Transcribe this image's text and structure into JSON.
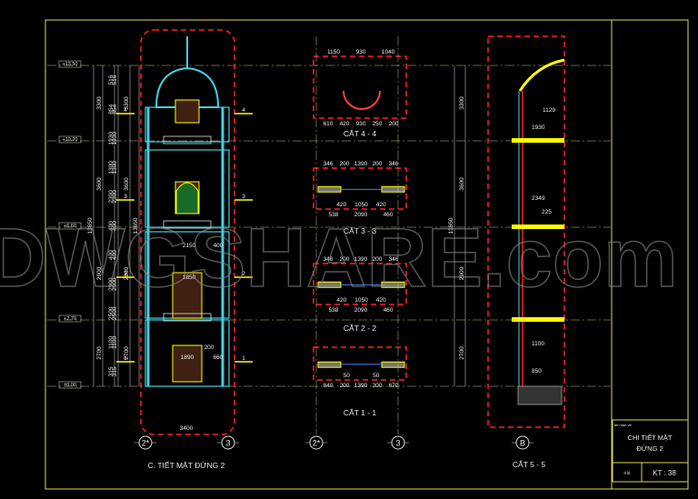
{
  "drawing": {
    "levels": [
      "+13.50",
      "+10.20",
      "+6.60",
      "+2.70",
      "±0.00"
    ],
    "elevation": {
      "title": "C. TIẾT MẶT ĐỨNG 2",
      "grid_left": "2*",
      "grid_right": "3",
      "width_dim": "3400",
      "total_height": "13650",
      "floor_dims": [
        "3300",
        "3600",
        "2900",
        "2700"
      ],
      "detail_dims": [
        "516",
        "854",
        "1930",
        "1300",
        "2300",
        "400",
        "400",
        "2900",
        "2500",
        "1100",
        "315"
      ],
      "inner_dims": [
        "2150",
        "1850",
        "1890",
        "660",
        "400",
        "200"
      ],
      "markers": [
        "4",
        "3",
        "2",
        "1"
      ]
    },
    "sections": [
      {
        "label": "CẮT 4 - 4",
        "top_dims": [
          "1150",
          "930",
          "1040"
        ],
        "bottom_dims": [
          "610",
          "420",
          "930",
          "250",
          "200"
        ]
      },
      {
        "label": "CẮT 3 - 3",
        "top_dims": [
          "346",
          "200",
          "1390",
          "200",
          "346"
        ],
        "bottom_dims": [
          "538",
          "2090",
          "460"
        ],
        "inner_dims": [
          "420",
          "1050",
          "420"
        ]
      },
      {
        "label": "CẮT 2 - 2",
        "top_dims": [
          "346",
          "200",
          "1390",
          "200",
          "346"
        ],
        "bottom_dims": [
          "538",
          "2090",
          "460"
        ],
        "inner_dims": [
          "420",
          "1050",
          "420"
        ]
      },
      {
        "label": "CẮT 1 - 1",
        "bottom_dims": [
          "840",
          "200",
          "1390",
          "200",
          "670"
        ],
        "inner_dims": [
          "50",
          "50"
        ]
      }
    ],
    "section_grid_left": "2*",
    "section_grid_right": "3",
    "section55": {
      "label": "CẮT 5 - 5",
      "grid": "B",
      "total_height": "13650",
      "floor_dims": [
        "3300",
        "3600",
        "2900",
        "2700"
      ],
      "detail_dims": [
        "1129",
        "1930",
        "225",
        "2349",
        "1100",
        "850"
      ]
    },
    "watermark": "DWGSHARE.com",
    "title_block": {
      "header": "tên bản vẽ",
      "title_line1": "CHI TIẾT MẶT",
      "title_line2": "ĐỨNG 2",
      "scale_label": "tỉ lệ",
      "sheet": "KT : 38"
    },
    "colors": {
      "background": "#000000",
      "frame": "#e0e060",
      "cut_line": "#ff2020",
      "structure": "#ffff00",
      "ornament": "#40d0e0",
      "dimension": "#ffffff"
    }
  }
}
